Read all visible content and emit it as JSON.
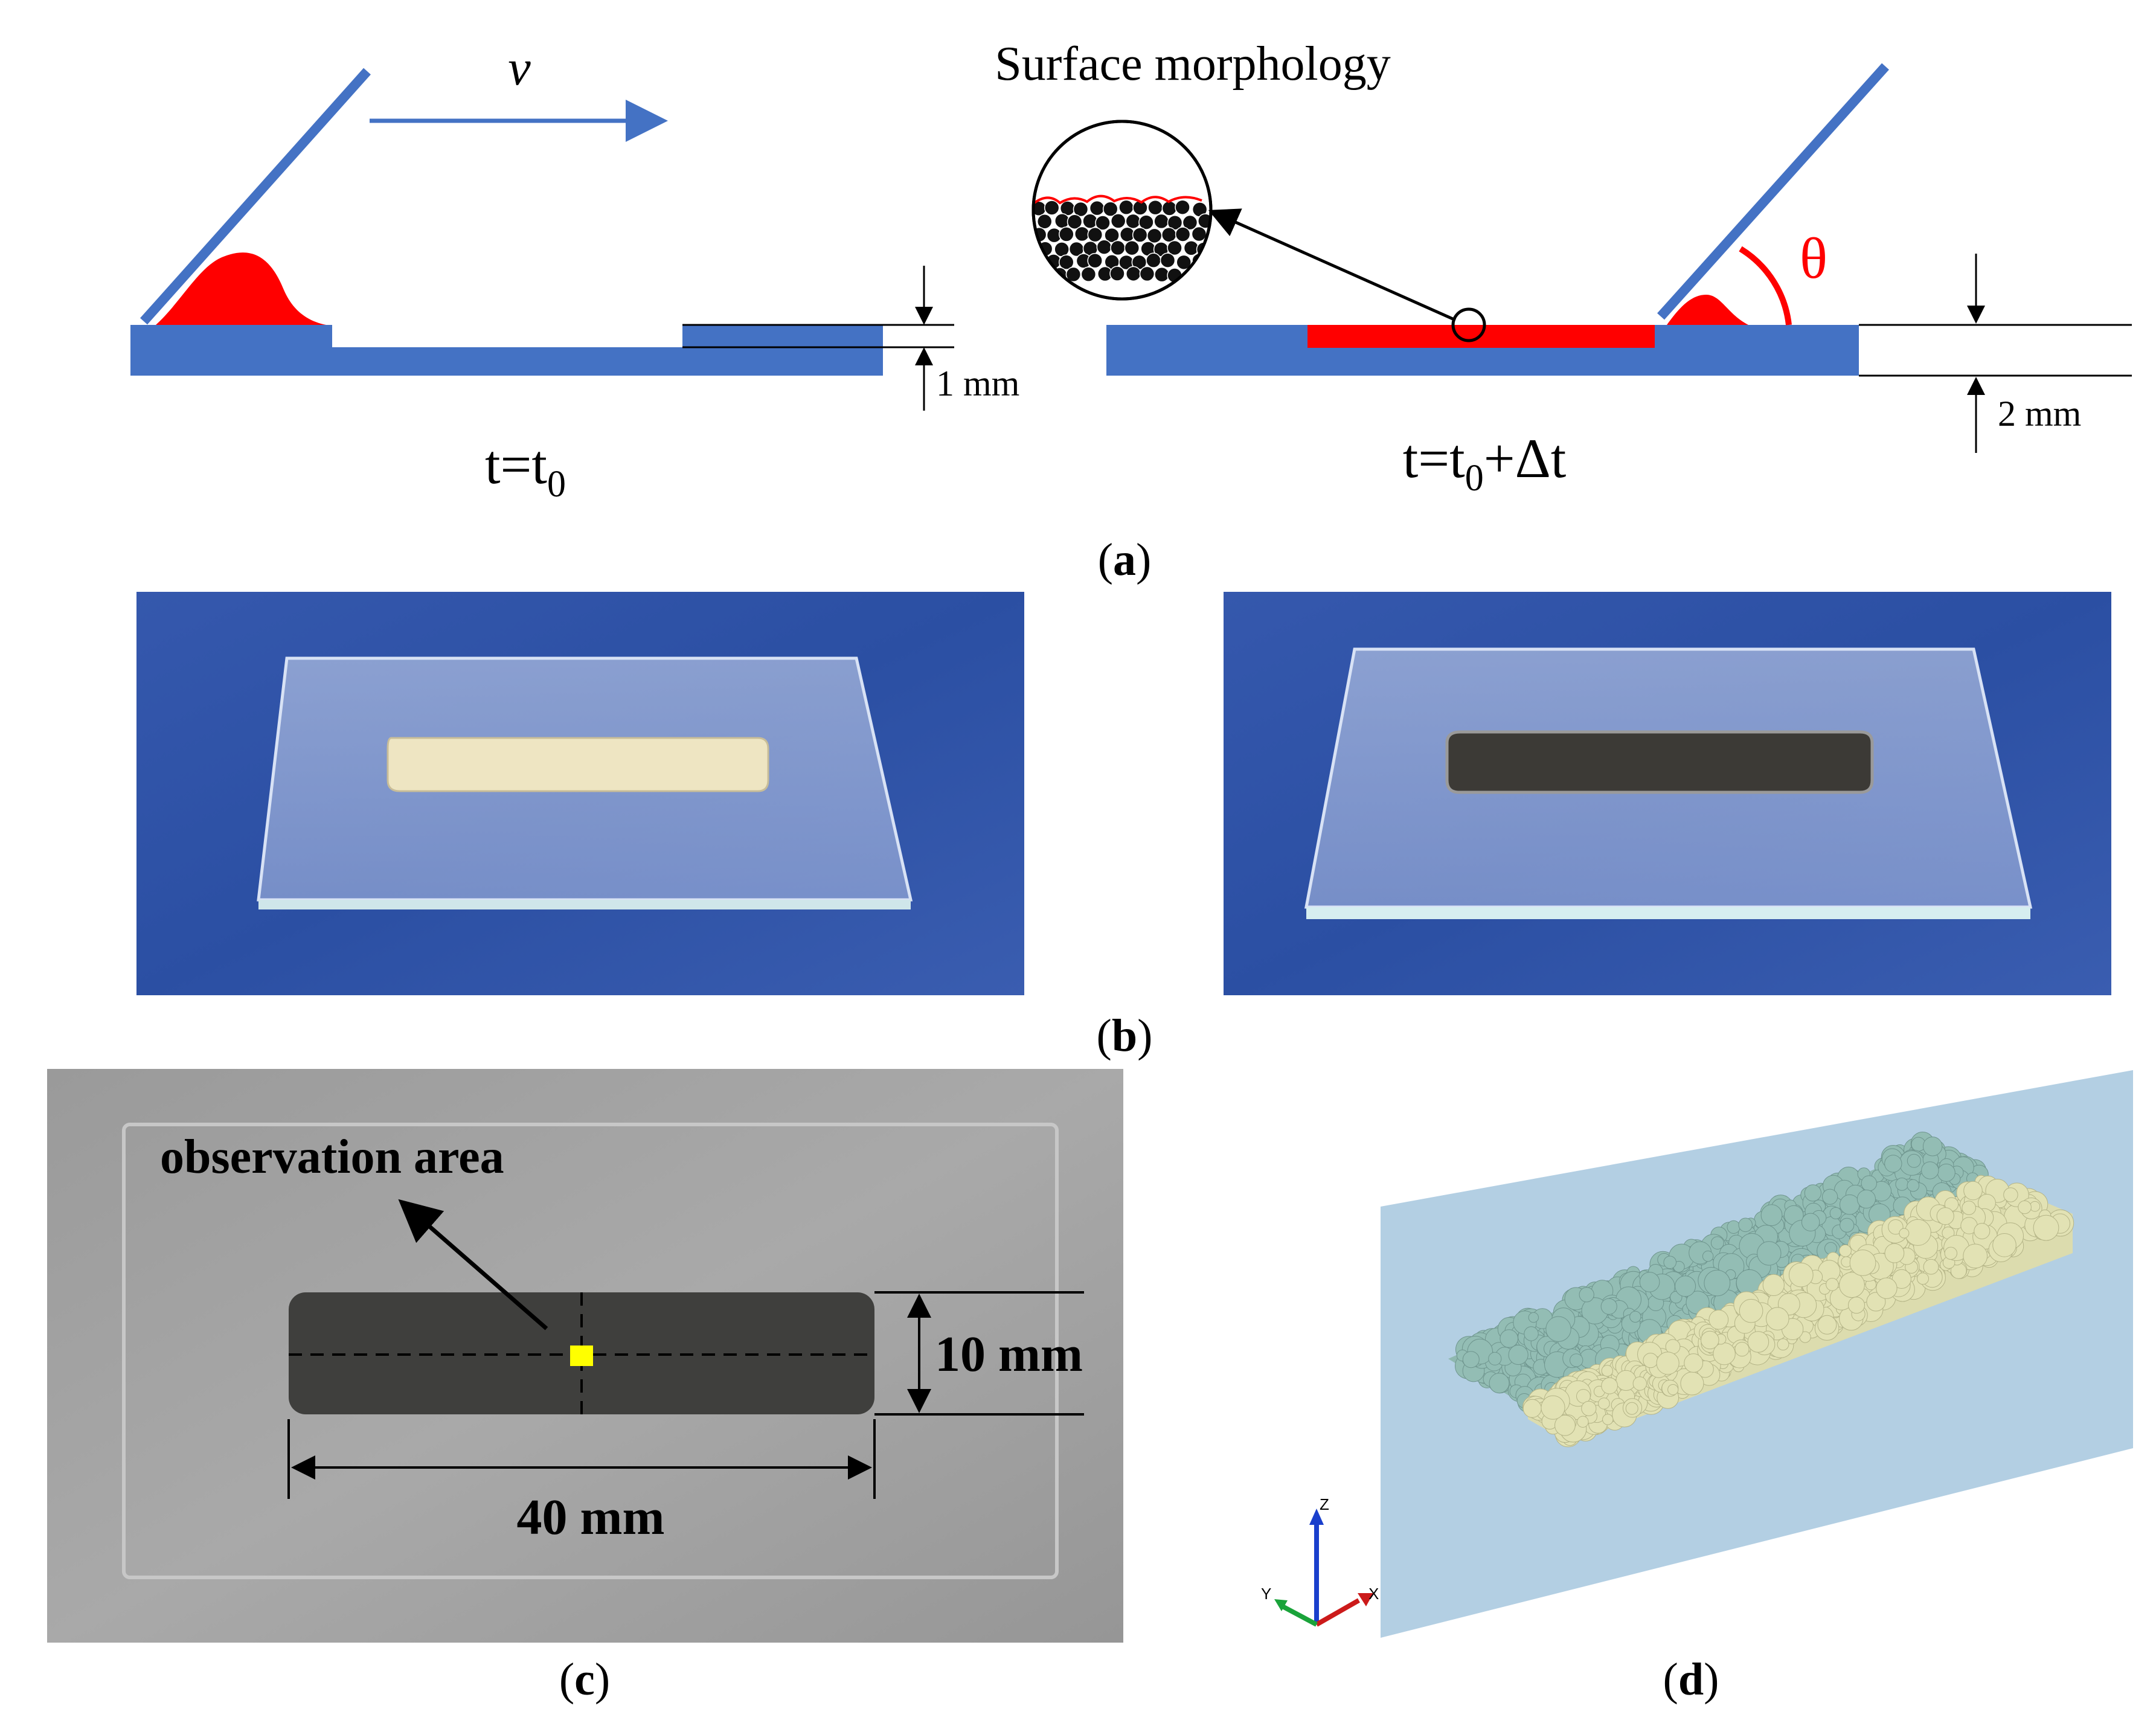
{
  "panel_a": {
    "velocity_label": "v",
    "surface_label": "Surface morphology",
    "time_left": "t=t",
    "time_left_sub": "0",
    "time_right_prefix": "t=t",
    "time_right_sub": "0",
    "time_right_suffix": "+Δt",
    "dim_left": "1 mm",
    "dim_right": "2 mm",
    "angle_label": "θ",
    "caption": "a"
  },
  "panel_b": {
    "caption": "b"
  },
  "panel_c": {
    "observation_label": "observation area",
    "width_label": "10 mm",
    "length_label": "40 mm",
    "caption": "c"
  },
  "panel_d": {
    "axis_z": "Z",
    "axis_y": "Y",
    "axis_x": "X",
    "caption": "d"
  },
  "colors": {
    "blade_blue": "#4472c4",
    "slurry_red": "#ff0000",
    "backdrop_blue": "#2d52a8",
    "sim_backdrop": "#b3cfe3",
    "particle_teal": "#8fb8b0",
    "particle_yellow": "#dcdcae"
  }
}
